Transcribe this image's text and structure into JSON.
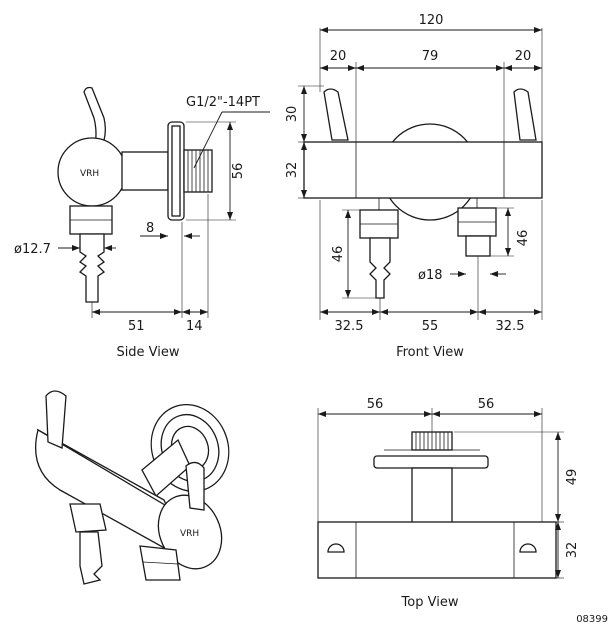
{
  "views": {
    "side": {
      "caption": "Side View",
      "thread": "G1/2\"-14PT",
      "dim_height": "56",
      "dim_8": "8",
      "dim_dia": "ø12.7",
      "dim_51": "51",
      "dim_14": "14"
    },
    "front": {
      "caption": "Front View",
      "dim_total": "120",
      "dim_left": "20",
      "dim_mid": "79",
      "dim_right": "20",
      "dim_30": "30",
      "dim_32": "32",
      "dim_46_left": "46",
      "dim_46_right": "46",
      "dim_dia": "ø18",
      "dim_32_5_left": "32.5",
      "dim_55": "55",
      "dim_32_5_right": "32.5"
    },
    "top": {
      "caption": "Top View",
      "dim_56_left": "56",
      "dim_56_right": "56",
      "dim_49": "49",
      "dim_32": "32"
    },
    "iso": {
      "brand": "VRH"
    }
  },
  "drawing_number": "08399"
}
